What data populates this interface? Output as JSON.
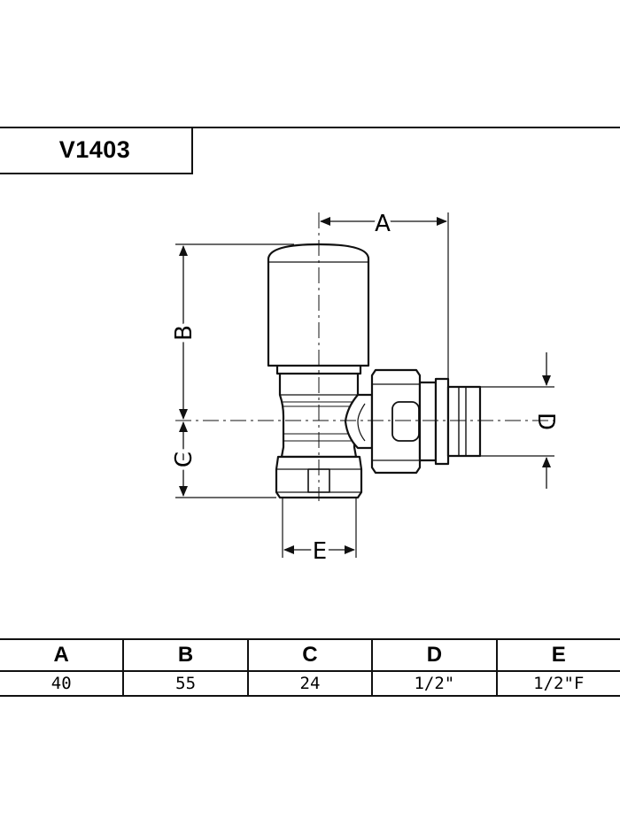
{
  "title": "V1403",
  "dimension_labels": {
    "a": "A",
    "b": "B",
    "c": "C",
    "d": "D",
    "e": "E"
  },
  "table": {
    "headers": [
      "A",
      "B",
      "C",
      "D",
      "E"
    ],
    "values": [
      "40",
      "55",
      "24",
      "1/2\"",
      "1/2\"F"
    ]
  }
}
